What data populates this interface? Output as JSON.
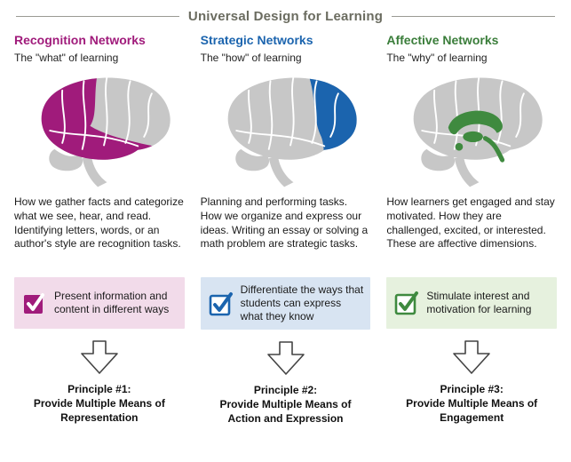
{
  "title": "Universal Design for Learning",
  "columns": [
    {
      "id": "recognition",
      "heading": "Recognition Networks",
      "subtitle": "The \"what\" of learning",
      "accent": "#A01B7B",
      "callout_bg": "#F2DBEA",
      "brain_region": "posterior (recognition) region highlighted",
      "description": "How we gather facts and categorize what we see, hear, and read. Identifying letters, words, or an author's style are recognition tasks.",
      "callout": "Present information and content in different ways",
      "principle_title": "Principle #1:",
      "principle_line1": "Provide Multiple Means of",
      "principle_line2": "Representation"
    },
    {
      "id": "strategic",
      "heading": "Strategic Networks",
      "subtitle": "The \"how\" of learning",
      "accent": "#1B64AE",
      "callout_bg": "#D8E4F2",
      "brain_region": "frontal (strategic) region highlighted",
      "description": "Planning and performing tasks. How we organize and express our ideas. Writing an essay or solving a math problem are strategic tasks.",
      "callout": "Differentiate the ways that students can express what they know",
      "principle_title": "Principle #2:",
      "principle_line1": "Provide Multiple Means of",
      "principle_line2": "Action and Expression"
    },
    {
      "id": "affective",
      "heading": "Affective Networks",
      "subtitle": "The \"why\" of learning",
      "accent": "#3F8A3F",
      "callout_bg": "#E6F1DE",
      "brain_region": "limbic (affective) structures highlighted",
      "description": "How learners get engaged and stay motivated. How they are challenged, excited, or interested. These are affective dimensions.",
      "callout": "Stimulate interest and motivation for learning",
      "principle_title": "Principle #3:",
      "principle_line1": "Provide Multiple Means of",
      "principle_line2": "Engagement"
    }
  ]
}
